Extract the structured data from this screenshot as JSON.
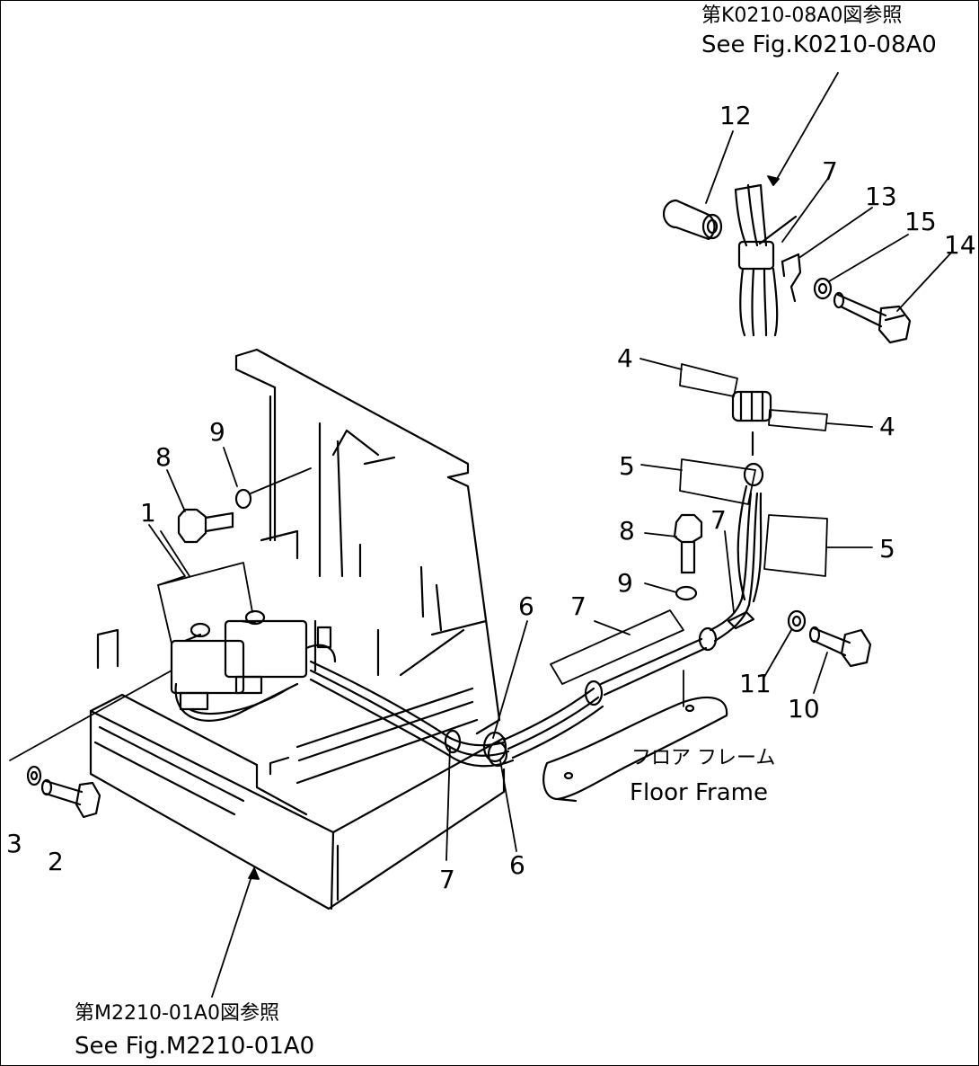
{
  "references": {
    "top": {
      "jp": "第K0210-08A0図参照",
      "en": "See Fig.K0210-08A0"
    },
    "bottom": {
      "jp": "第M2210-01A0図参照",
      "en": "See Fig.M2210-01A0"
    }
  },
  "floor_frame": {
    "jp": "フロア フレーム",
    "en": "Floor Frame"
  },
  "callouts": [
    "1",
    "2",
    "3",
    "4",
    "4",
    "5",
    "5",
    "6",
    "6",
    "7",
    "7",
    "7",
    "7",
    "8",
    "8",
    "9",
    "9",
    "10",
    "11",
    "12",
    "13",
    "14",
    "15"
  ],
  "colors": {
    "line": "#000000",
    "background": "#ffffff"
  }
}
